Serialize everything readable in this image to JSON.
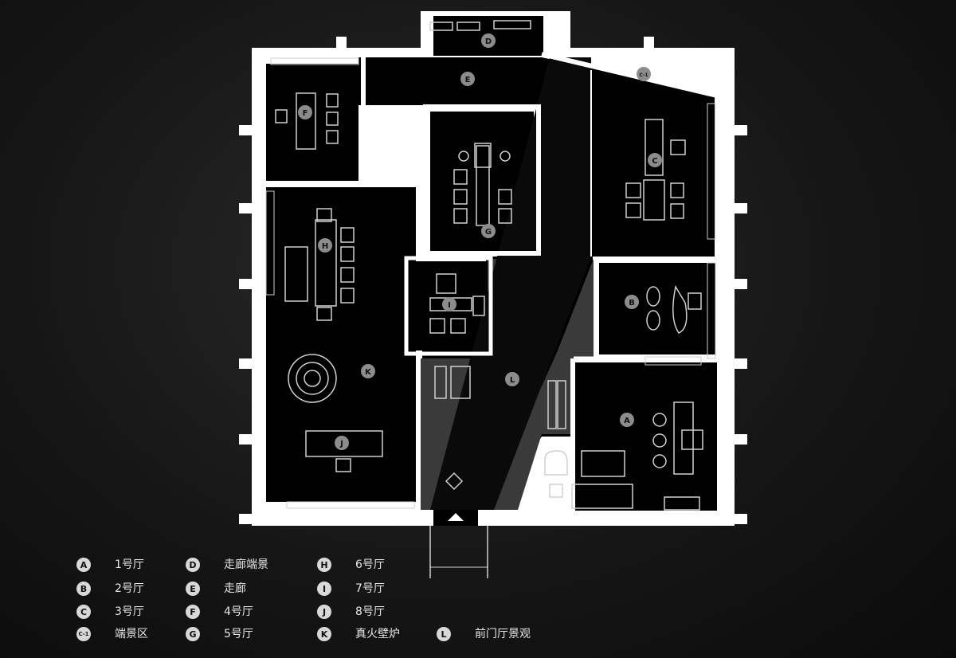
{
  "colors": {
    "background": "#161616",
    "wall": "#ffffff",
    "floor": "#000000",
    "landscape": "#3a3a3a",
    "badge": "#8c8c8c"
  },
  "rooms": [
    {
      "code": "A"
    },
    {
      "code": "B"
    },
    {
      "code": "C"
    },
    {
      "code": "C-1"
    },
    {
      "code": "D"
    },
    {
      "code": "E"
    },
    {
      "code": "F"
    },
    {
      "code": "G"
    },
    {
      "code": "H"
    },
    {
      "code": "I"
    },
    {
      "code": "J"
    },
    {
      "code": "K"
    },
    {
      "code": "L"
    }
  ],
  "legend": [
    {
      "code": "A",
      "label": "1号厅"
    },
    {
      "code": "B",
      "label": "2号厅"
    },
    {
      "code": "C",
      "label": "3号厅"
    },
    {
      "code": "C-1",
      "label": "端景区"
    },
    {
      "code": "D",
      "label": "走廊端景"
    },
    {
      "code": "E",
      "label": "走廊"
    },
    {
      "code": "F",
      "label": "4号厅"
    },
    {
      "code": "G",
      "label": "5号厅"
    },
    {
      "code": "H",
      "label": "6号厅"
    },
    {
      "code": "I",
      "label": "7号厅"
    },
    {
      "code": "J",
      "label": "8号厅"
    },
    {
      "code": "K",
      "label": "真火壁炉"
    },
    {
      "code": "L",
      "label": "前门厅景观"
    }
  ]
}
